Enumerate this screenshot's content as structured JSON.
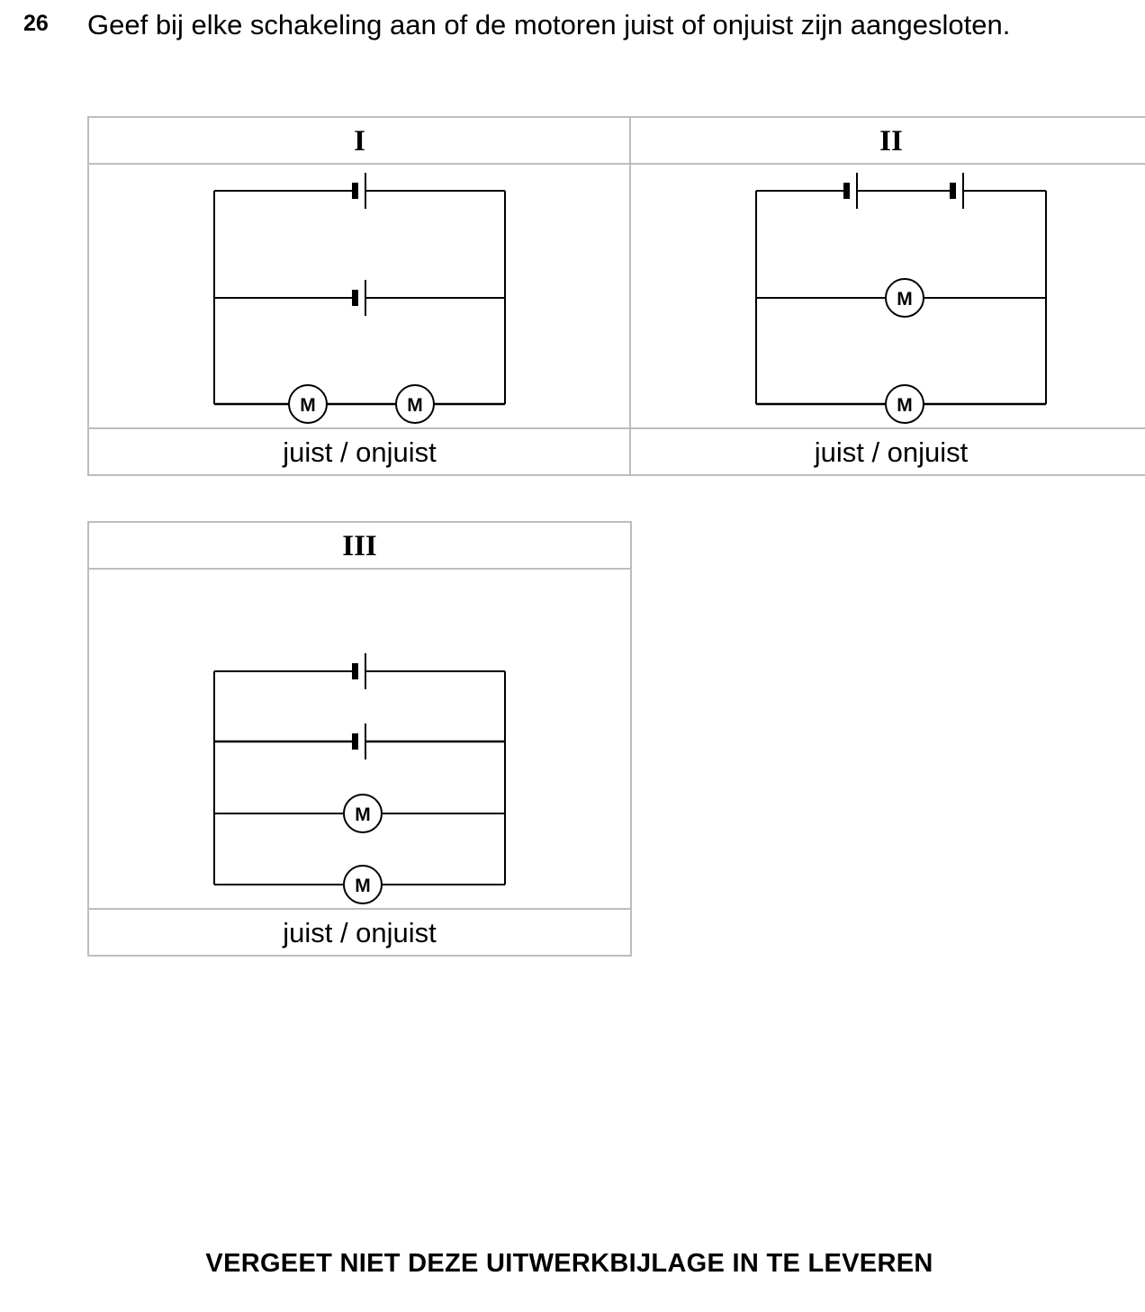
{
  "question": {
    "number": "26",
    "text": "Geef bij elke schakeling aan of de motoren juist of onjuist zijn aangesloten."
  },
  "circuits": [
    {
      "label": "I",
      "answer": "juist / onjuist",
      "motor_symbol": "M"
    },
    {
      "label": "II",
      "answer": "juist / onjuist",
      "motor_symbol": "M"
    },
    {
      "label": "III",
      "answer": "juist / onjuist",
      "motor_symbol": "M"
    }
  ],
  "footer": "VERGEET NIET DEZE UITWERKBIJLAGE IN TE LEVEREN"
}
